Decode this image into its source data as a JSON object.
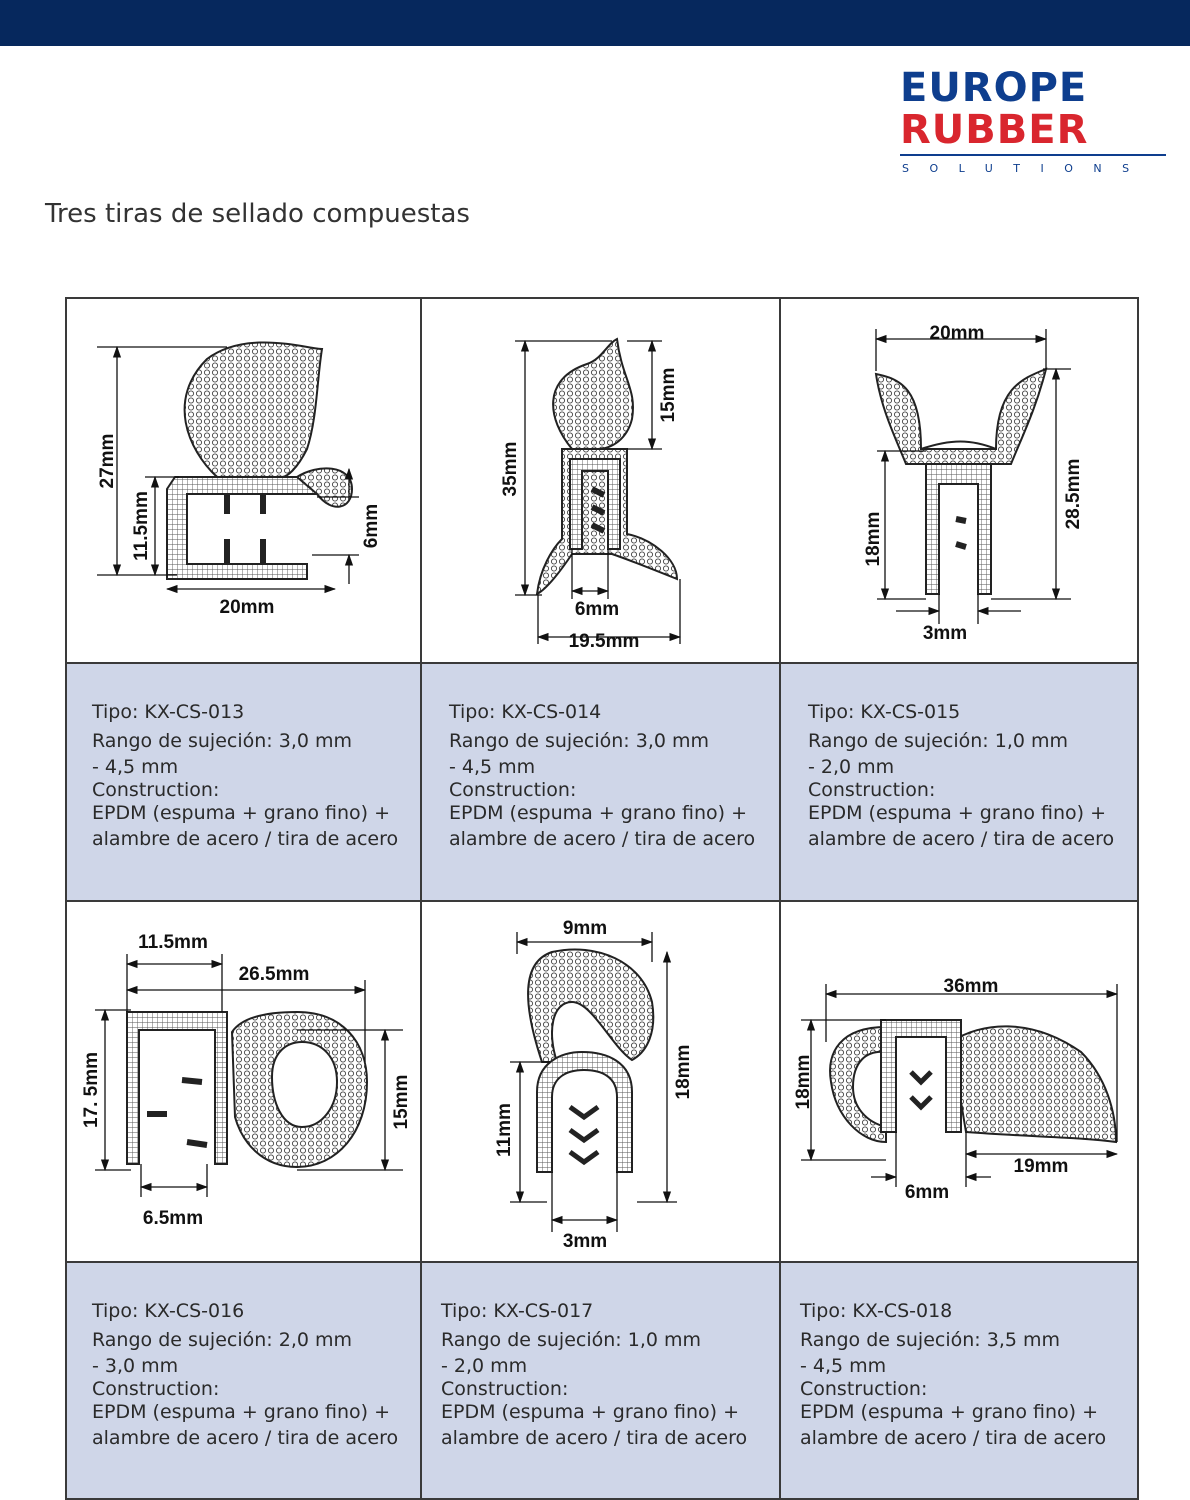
{
  "brand": {
    "line1": "EUROPE",
    "line2": "RUBBER",
    "line3": "SOLUTIONS",
    "colors": {
      "navy": "#06285d",
      "blue": "#0e3e8e",
      "red": "#d9262e",
      "panel": "#cfd6e8"
    }
  },
  "title": "Tres tiras de sellado compuestas",
  "products": [
    {
      "dims": [
        "27mm",
        "11.5mm",
        "6mm",
        "20mm"
      ],
      "tipo": "Tipo: KX-CS-013",
      "rango1": "Rango de sujeción: 3,0 mm",
      "rango2": "- 4,5 mm",
      "construction": "Construction:",
      "material1": "EPDM (espuma + grano fino) +",
      "material2": "alambre de acero / tira de acero"
    },
    {
      "dims": [
        "35mm",
        "15mm",
        "6mm",
        "19.5mm"
      ],
      "tipo": "Tipo: KX-CS-014",
      "rango1": "Rango de sujeción: 3,0 mm",
      "rango2": "- 4,5 mm",
      "construction": "Construction:",
      "material1": "EPDM (espuma + grano fino) +",
      "material2": "alambre de acero / tira de acero"
    },
    {
      "dims": [
        "20mm",
        "28.5mm",
        "18mm",
        "3mm"
      ],
      "tipo": "Tipo: KX-CS-015",
      "rango1": "Rango de sujeción: 1,0 mm",
      "rango2": "- 2,0 mm",
      "construction": "Construction:",
      "material1": "EPDM (espuma + grano fino) +",
      "material2": "alambre de acero / tira de acero"
    },
    {
      "dims": [
        "11.5mm",
        "26.5mm",
        "17. 5mm",
        "15mm",
        "6.5mm"
      ],
      "tipo": "Tipo: KX-CS-016",
      "rango1": "Rango de sujeción: 2,0 mm",
      "rango2": "- 3,0 mm",
      "construction": "Construction:",
      "material1": "EPDM (espuma + grano fino) +",
      "material2": "alambre de acero / tira de acero"
    },
    {
      "dims": [
        "9mm",
        "18mm",
        "11mm",
        "3mm"
      ],
      "tipo": "Tipo: KX-CS-017",
      "rango1": "Rango de sujeción: 1,0 mm",
      "rango2": "- 2,0 mm",
      "construction": "Construction:",
      "material1": "EPDM (espuma + grano fino) +",
      "material2": "alambre de acero / tira de acero"
    },
    {
      "dims": [
        "36mm",
        "18mm",
        "19mm",
        "6mm"
      ],
      "tipo": "Tipo: KX-CS-018",
      "rango1": "Rango de sujeción: 3,5 mm",
      "rango2": "- 4,5 mm",
      "construction": "Construction:",
      "material1": "EPDM (espuma + grano fino) +",
      "material2": "alambre de acero / tira de acero"
    }
  ]
}
